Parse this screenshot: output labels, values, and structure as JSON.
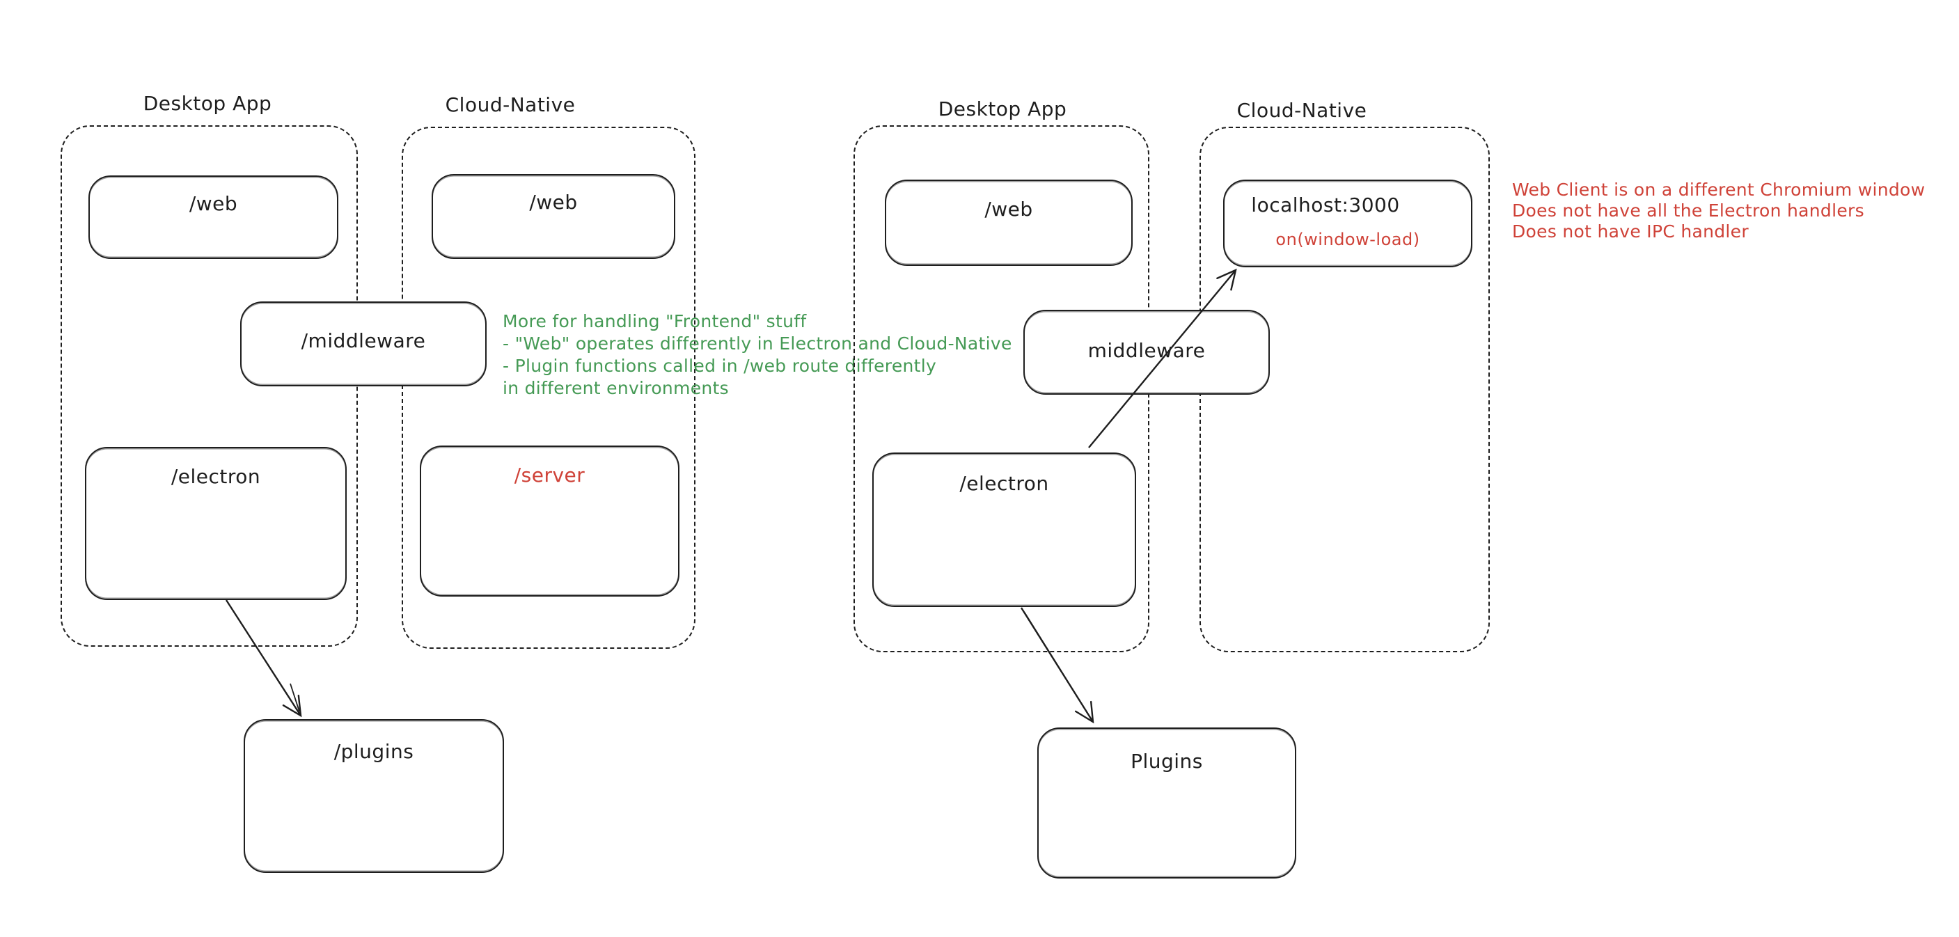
{
  "colors": {
    "stroke": "#1e1e1e",
    "red": "#cf4238",
    "green": "#459a55",
    "background": "#ffffff"
  },
  "left_diagram": {
    "desktop_container_title": "Desktop App",
    "cloud_container_title": "Cloud-Native",
    "boxes": {
      "web_desktop": "/web",
      "web_cloud": "/web",
      "middleware": "/middleware",
      "electron": "/electron",
      "server": "/server",
      "plugins": "/plugins"
    },
    "note_lines": [
      "More for handling \"Frontend\" stuff",
      "- \"Web\" operates differently in Electron and Cloud-Native",
      "- Plugin functions called in /web route differently",
      "in different environments"
    ]
  },
  "right_diagram": {
    "desktop_container_title": "Desktop App",
    "cloud_container_title": "Cloud-Native",
    "boxes": {
      "web": "/web",
      "localhost": "localhost:3000",
      "window_load": "on(window-load)",
      "middleware": "middleware",
      "electron": "/electron",
      "plugins": "Plugins"
    },
    "note_lines": [
      "Web Client is on a different Chromium window",
      "Does not have all the Electron handlers",
      "Does not have IPC handler"
    ]
  }
}
